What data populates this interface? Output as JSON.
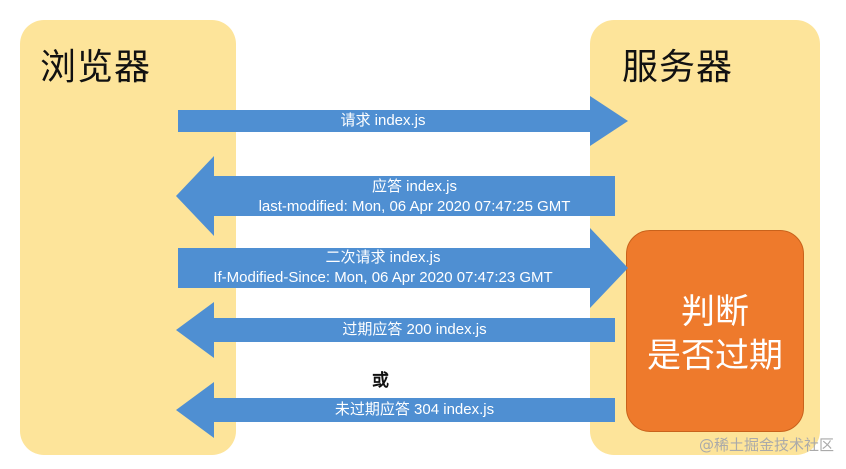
{
  "browser": {
    "title": "浏览器"
  },
  "server": {
    "title": "服务器"
  },
  "arrows": [
    {
      "lines": [
        "请求 index.js"
      ],
      "direction": "right"
    },
    {
      "lines": [
        "应答 index.js",
        "last-modified: Mon, 06 Apr 2020 07:47:25 GMT"
      ],
      "direction": "left"
    },
    {
      "lines": [
        "二次请求 index.js",
        "If-Modified-Since: Mon, 06 Apr 2020 07:47:23 GMT"
      ],
      "direction": "right"
    },
    {
      "lines": [
        "过期应答  200 index.js"
      ],
      "direction": "left"
    },
    {
      "lines": [
        "未过期应答  304 index.js"
      ],
      "direction": "left"
    }
  ],
  "or_label": "或",
  "judge": {
    "line1": "判断",
    "line2": "是否过期"
  },
  "watermark": "@稀土掘金技术社区",
  "colors": {
    "panel": "#fde49a",
    "arrow": "#4f8fd2",
    "judge": "#ee7a2c"
  }
}
